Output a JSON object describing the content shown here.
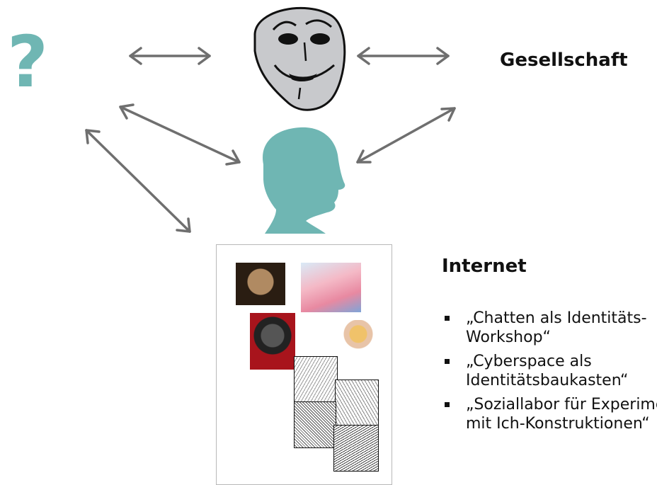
{
  "question_mark": "?",
  "society_label": "Gesellschaft",
  "internet_heading": "Internet",
  "bullets": [
    {
      "line1": "„Chatten als Identitäts-",
      "line2": "Workshop“"
    },
    {
      "line1": "„Cyberspace als",
      "line2": "Identitätsbaukasten“"
    },
    {
      "line1": "„Soziallabor für Experimente",
      "line2": "mit Ich-Konstruktionen“"
    }
  ],
  "colors": {
    "accent": "#6fb6b3",
    "arrow": "#6f6f6f",
    "mask": "#c8c9cc",
    "text": "#111111"
  },
  "icons": [
    "mask-icon",
    "head-silhouette-icon",
    "avatar-collage"
  ]
}
